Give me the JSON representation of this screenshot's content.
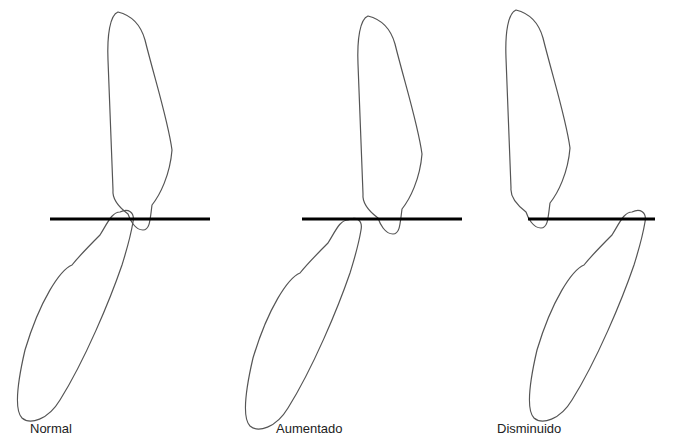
{
  "diagram": {
    "labels": [
      "Normal",
      "Aumentado",
      "Disminuido"
    ]
  }
}
